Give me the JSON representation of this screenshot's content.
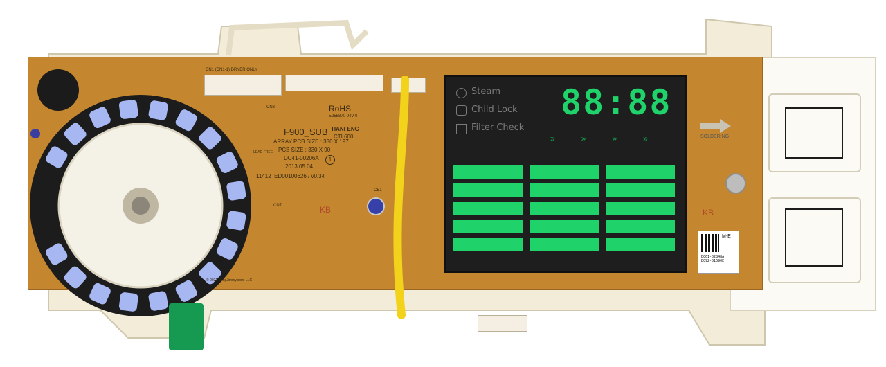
{
  "board": {
    "model": "F900_SUB",
    "rohs": "RoHS",
    "array_size": "ARRAY PCB SIZE : 330 X 197",
    "pcb_size": "PCB SIZE : 330 X 90",
    "part_no": "DC41-00206A",
    "date": "2013.05.04",
    "firmware": "11412_ED00100626 / v0.34",
    "maker": "TIANFENG",
    "maker_code": "CTI 600",
    "cert": "E255870  94V-0",
    "lead_free": "LEAD-FREE",
    "kb_mark": "KB",
    "copyright": "© 2021 ShopJimmy.com, LLC",
    "connector_label": "CN1 (CN1-1) DRYER ONLY",
    "connector_cn3": "CN3",
    "connector_cn7": "CN7",
    "cap_label": "CE1",
    "seal_number": "1"
  },
  "display": {
    "steam": "Steam",
    "child_lock": "Child Lock",
    "filter_check": "Filter Check",
    "clock": "88:88"
  },
  "housing": {
    "soldering": "SOLDERING"
  },
  "sticker": {
    "model_code": "M-E",
    "barcode_text": "DC61-02848A\nDC92-01590E"
  },
  "colors": {
    "pcb": "#c4872f",
    "lcd": "#1e1e1e",
    "lcd_green": "#1fd36a",
    "knob_blue": "#a7b7f2",
    "housing": "#f2ecd8"
  }
}
